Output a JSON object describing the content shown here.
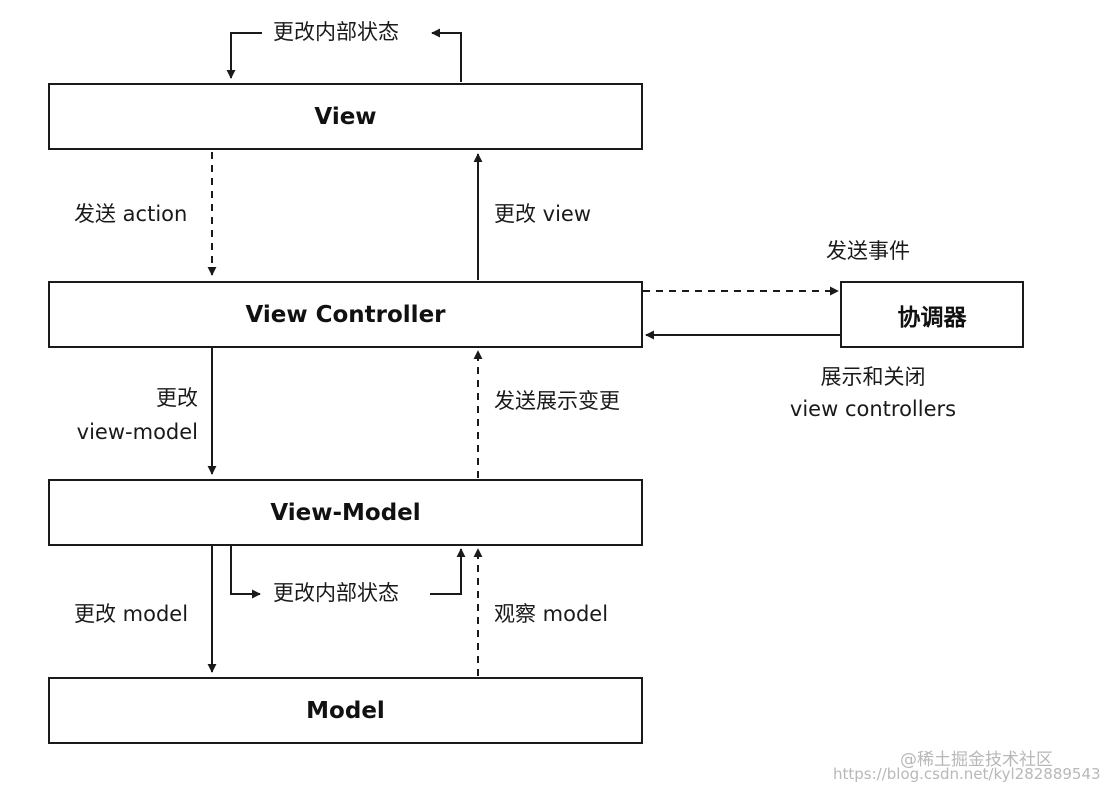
{
  "boxes": {
    "view": "View",
    "view_controller": "View Controller",
    "view_model": "View-Model",
    "model": "Model",
    "coordinator": "协调器"
  },
  "labels": {
    "top_internal_state": "更改内部状态",
    "send_action": "发送 action",
    "change_view": "更改 view",
    "send_event": "发送事件",
    "present_dismiss_line1": "展示和关闭",
    "present_dismiss_line2": "view controllers",
    "change_vm_line1": "更改",
    "change_vm_line2": "view-model",
    "send_display_change": "发送展示变更",
    "vm_internal_state": "更改内部状态",
    "change_model": "更改 model",
    "observe_model": "观察 model"
  },
  "watermark": {
    "line1": "@稀土掘金技术社区",
    "line2": "https://blog.csdn.net/kyl282889543"
  }
}
